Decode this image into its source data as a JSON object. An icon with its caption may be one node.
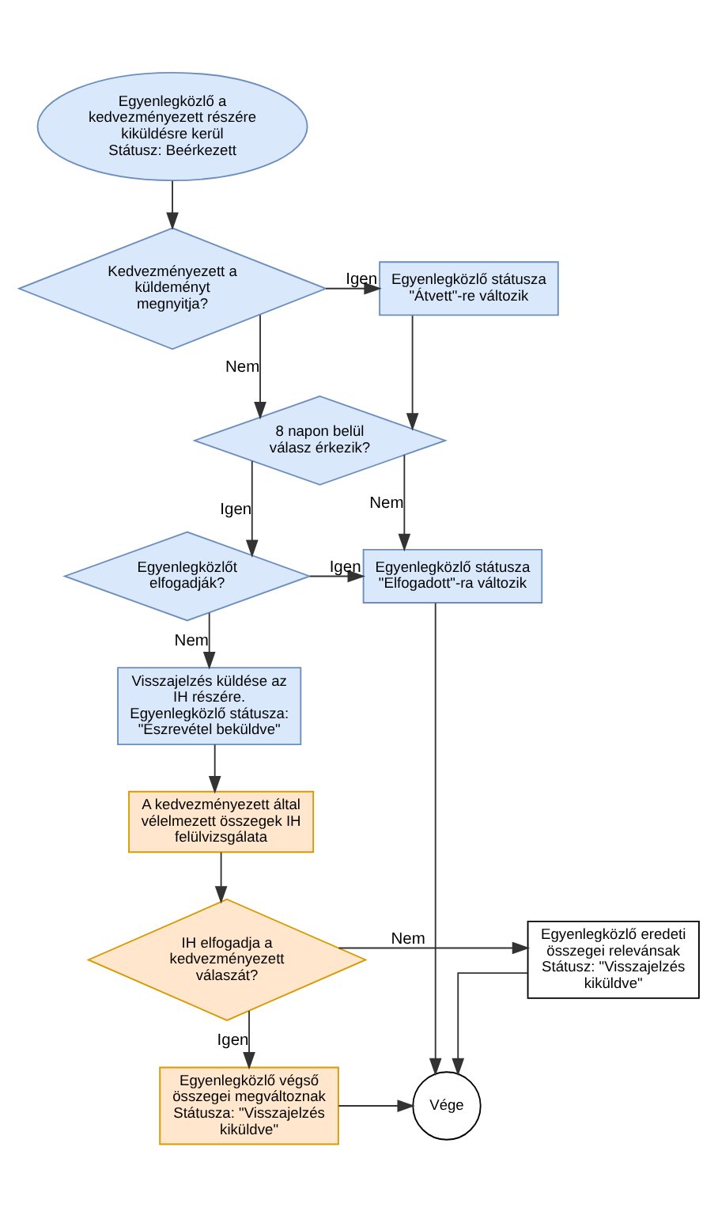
{
  "diagram": {
    "nodes": [
      {
        "text": [
          "Egyenlegközlő a kedvezményezett részére kiküldésre kerül Státusz: Beérkezett"
        ]
      },
      {
        "text": [
          "Kedvezményezett a küldeményt megnyitja?"
        ]
      },
      {
        "text": [
          "Egyenlegközlő státusza \"Átvett\"-re változik"
        ]
      },
      {
        "text": [
          "8 napon belül válasz érkezik?"
        ]
      },
      {
        "text": [
          "Egyenlegközlő státusza \"Elfogadott\"-ra változik"
        ]
      },
      {
        "text": [
          "Egyenlegközlőt elfogadják?"
        ]
      },
      {
        "text": [
          "Visszajelzés küldése az IH részére. Egyenlegközlő státusza: \"Észrevétel beküldve\""
        ]
      },
      {
        "text": [
          "A kedvezményezett által vélelmezett összegek IH felülvizsgálata"
        ]
      },
      {
        "text": [
          "Egyenlegközlő eredeti összegei relevánsak Státusz: \"Visszajelzés kiküldve\""
        ]
      },
      {
        "text": [
          "IH elfogadja a kedvezményezett válaszát?"
        ]
      },
      {
        "text": [
          "Egyenlegközlő végső összegei megváltoznak Státusza: \"Visszajelzés kiküldve\""
        ]
      },
      {
        "text": [
          "Vége"
        ]
      }
    ],
    "edges": [
      {
        "from": 0,
        "to": 1,
        "arrow": "to"
      },
      {
        "from": 1,
        "to": 2,
        "arrow": "to",
        "label": "Igen"
      },
      {
        "from": 1,
        "to": 3,
        "arrow": "to",
        "label": "Nem"
      },
      {
        "from": 2,
        "to": 3,
        "arrow": "to"
      },
      {
        "from": 3,
        "to": 4,
        "arrow": "to",
        "label": "Nem"
      },
      {
        "from": 3,
        "to": 5,
        "arrow": "to",
        "label": "Igen"
      },
      {
        "from": 5,
        "to": 4,
        "arrow": "to",
        "label": "Igen"
      },
      {
        "from": 5,
        "to": 6,
        "arrow": "to",
        "label": "Nem"
      },
      {
        "from": 6,
        "to": 7,
        "arrow": "to"
      },
      {
        "from": 7,
        "to": 9,
        "arrow": "to"
      },
      {
        "from": 9,
        "to": 8,
        "arrow": "to",
        "label": "Nem"
      },
      {
        "from": 9,
        "to": 10,
        "arrow": "to",
        "label": "Igen"
      },
      {
        "from": 8,
        "to": 11,
        "arrow": "to"
      },
      {
        "from": 4,
        "to": 11,
        "arrow": "to"
      },
      {
        "from": 10,
        "to": 11,
        "arrow": "to"
      }
    ]
  }
}
